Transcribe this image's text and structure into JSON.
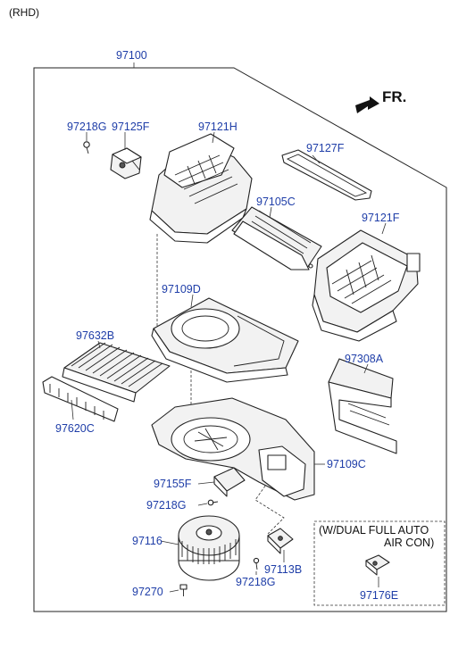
{
  "header": {
    "variant": "(RHD)"
  },
  "direction": {
    "label": "FR."
  },
  "assembly": {
    "part_no": "97100"
  },
  "callouts": {
    "p97218g_a": "97218G",
    "p97125f": "97125F",
    "p97121h": "97121H",
    "p97127f": "97127F",
    "p97105c": "97105C",
    "p97121f": "97121F",
    "p97109d": "97109D",
    "p97632b": "97632B",
    "p97308a": "97308A",
    "p97620c": "97620C",
    "p97109c": "97109C",
    "p97155f": "97155F",
    "p97218g_b": "97218G",
    "p97116": "97116",
    "p97113b": "97113B",
    "p97218g_c": "97218G",
    "p97270": "97270",
    "p97176e": "97176E"
  },
  "option_box": {
    "line1": "(W/DUAL FULL AUTO",
    "line2": "AIR CON)"
  }
}
